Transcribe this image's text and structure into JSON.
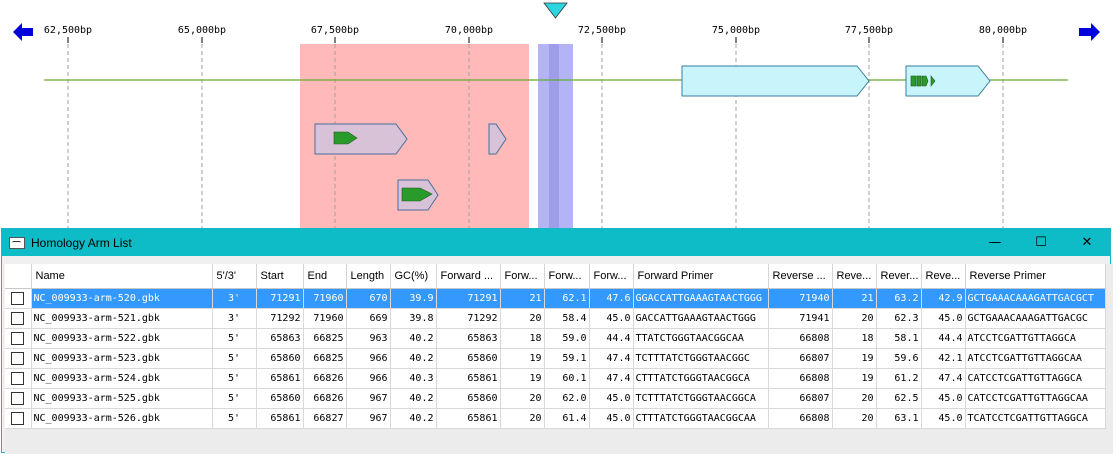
{
  "genome_view": {
    "ticks": [
      "62,500bp",
      "65,000bp",
      "67,500bp",
      "70,000bp",
      "72,500bp",
      "75,000bp",
      "77,500bp",
      "80,000bp"
    ],
    "colors": {
      "highlight_region": "#ffb9b9",
      "selection_band": "#b3b3f5",
      "axis_line": "#66aa33",
      "gene_fill": "#c8f4fc",
      "nav_arrow": "#0000dd",
      "marker": "#2cd6e0",
      "cds": "#2a9a2a"
    }
  },
  "window": {
    "title": "Homology Arm List",
    "minimize": "—",
    "maximize": "☐",
    "close": "✕"
  },
  "table": {
    "headers": [
      "Name",
      "5'/3'",
      "Start",
      "End",
      "Length",
      "GC(%)",
      "Forward ...",
      "Forw...",
      "Forw...",
      "Forw...",
      "Forward Primer",
      "Reverse ...",
      "Reve...",
      "Rever...",
      "Reve...",
      "Reverse Primer"
    ],
    "rows": [
      [
        "NC_009933-arm-520.gbk",
        "3'",
        "71291",
        "71960",
        "670",
        "39.9",
        "71291",
        "21",
        "62.1",
        "47.6",
        "GGACCATTGAAAGTAACTGGG",
        "71940",
        "21",
        "63.2",
        "42.9",
        "GCTGAAACAAAGATTGACGCT"
      ],
      [
        "NC_009933-arm-521.gbk",
        "3'",
        "71292",
        "71960",
        "669",
        "39.8",
        "71292",
        "20",
        "58.4",
        "45.0",
        "GACCATTGAAAGTAACTGGG",
        "71941",
        "20",
        "62.3",
        "45.0",
        "GCTGAAACAAAGATTGACGC"
      ],
      [
        "NC_009933-arm-522.gbk",
        "5'",
        "65863",
        "66825",
        "963",
        "40.2",
        "65863",
        "18",
        "59.0",
        "44.4",
        "TTATCTGGGTAACGGCAA",
        "66808",
        "18",
        "58.1",
        "44.4",
        "ATCCTCGATTGTTAGGCA"
      ],
      [
        "NC_009933-arm-523.gbk",
        "5'",
        "65860",
        "66825",
        "966",
        "40.2",
        "65860",
        "19",
        "59.1",
        "47.4",
        "TCTTTATCTGGGTAACGGC",
        "66807",
        "19",
        "59.6",
        "42.1",
        "ATCCTCGATTGTTAGGCAA"
      ],
      [
        "NC_009933-arm-524.gbk",
        "5'",
        "65861",
        "66826",
        "966",
        "40.3",
        "65861",
        "19",
        "60.1",
        "47.4",
        "CTTTATCTGGGTAACGGCA",
        "66808",
        "19",
        "61.2",
        "47.4",
        "CATCCTCGATTGTTAGGCA"
      ],
      [
        "NC_009933-arm-525.gbk",
        "5'",
        "65860",
        "66826",
        "967",
        "40.2",
        "65860",
        "20",
        "62.0",
        "45.0",
        "TCTTTATCTGGGTAACGGCA",
        "66807",
        "20",
        "62.5",
        "45.0",
        "CATCCTCGATTGTTAGGCAA"
      ],
      [
        "NC_009933-arm-526.gbk",
        "5'",
        "65861",
        "66827",
        "967",
        "40.2",
        "65861",
        "20",
        "61.4",
        "45.0",
        "CTTTATCTGGGTAACGGCAA",
        "66808",
        "20",
        "63.1",
        "45.0",
        "TCATCCTCGATTGTTAGGCA"
      ]
    ],
    "selected_row": 0
  }
}
